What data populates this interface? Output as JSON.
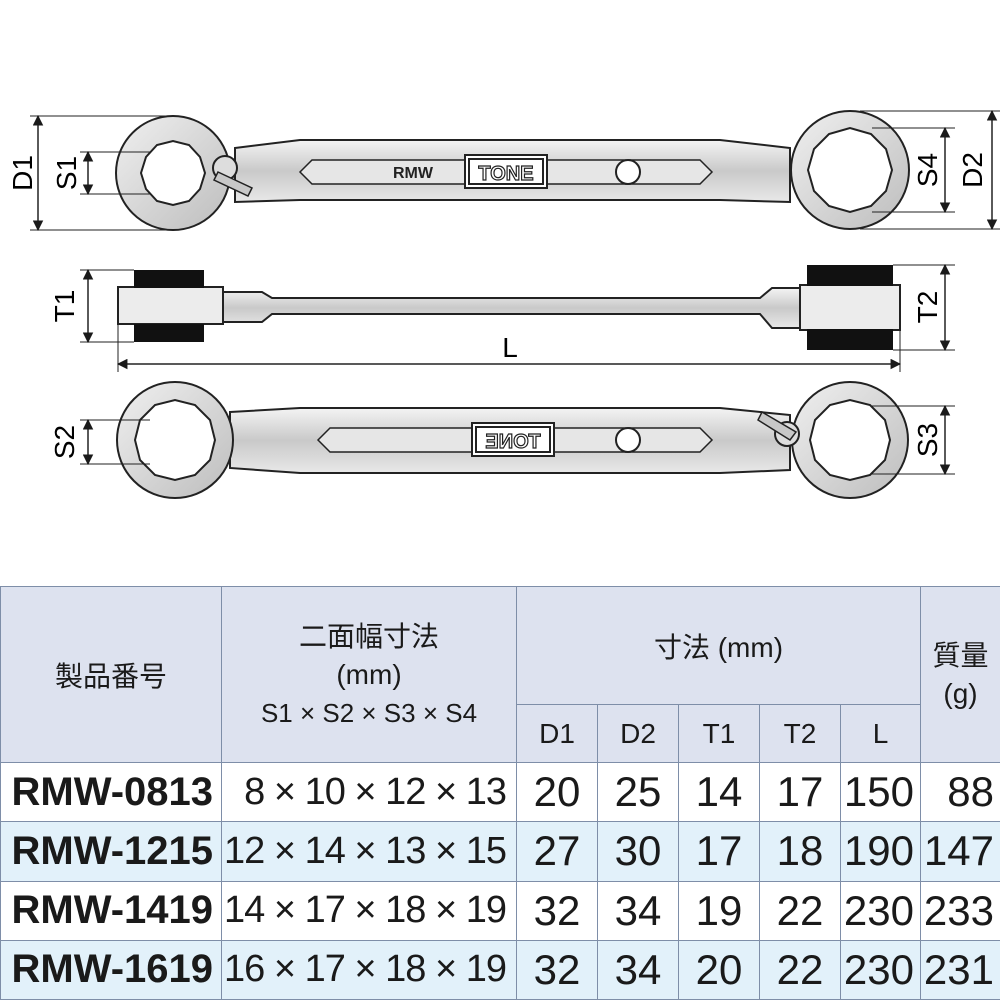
{
  "drawing": {
    "labels": {
      "D1": "D1",
      "S1": "S1",
      "S4": "S4",
      "D2": "D2",
      "T1": "T1",
      "T2": "T2",
      "L": "L",
      "S2": "S2",
      "S3": "S3"
    },
    "imprint_model": "RMW",
    "imprint_brand": "TONE"
  },
  "table": {
    "headers": {
      "model": "製品番号",
      "size_title": "二面幅寸法",
      "size_unit": "(mm)",
      "size_formula": "S1 × S2 × S3 × S4",
      "dims_title": "寸法 (mm)",
      "mass_title": "質量",
      "mass_unit": "(g)",
      "D1": "D1",
      "D2": "D2",
      "T1": "T1",
      "T2": "T2",
      "L": "L"
    },
    "rows": [
      {
        "model": "RMW-0813",
        "sizes": "8 × 10 × 12 × 13",
        "D1": "20",
        "D2": "25",
        "T1": "14",
        "T2": "17",
        "L": "150",
        "mass": "88"
      },
      {
        "model": "RMW-1215",
        "sizes": "12 × 14 × 13 × 15",
        "D1": "27",
        "D2": "30",
        "T1": "17",
        "T2": "18",
        "L": "190",
        "mass": "147"
      },
      {
        "model": "RMW-1419",
        "sizes": "14 × 17 × 18 × 19",
        "D1": "32",
        "D2": "34",
        "T1": "19",
        "T2": "22",
        "L": "230",
        "mass": "233"
      },
      {
        "model": "RMW-1619",
        "sizes": "16 × 17 × 18 × 19",
        "D1": "32",
        "D2": "34",
        "T1": "20",
        "T2": "22",
        "L": "230",
        "mass": "231"
      }
    ]
  }
}
